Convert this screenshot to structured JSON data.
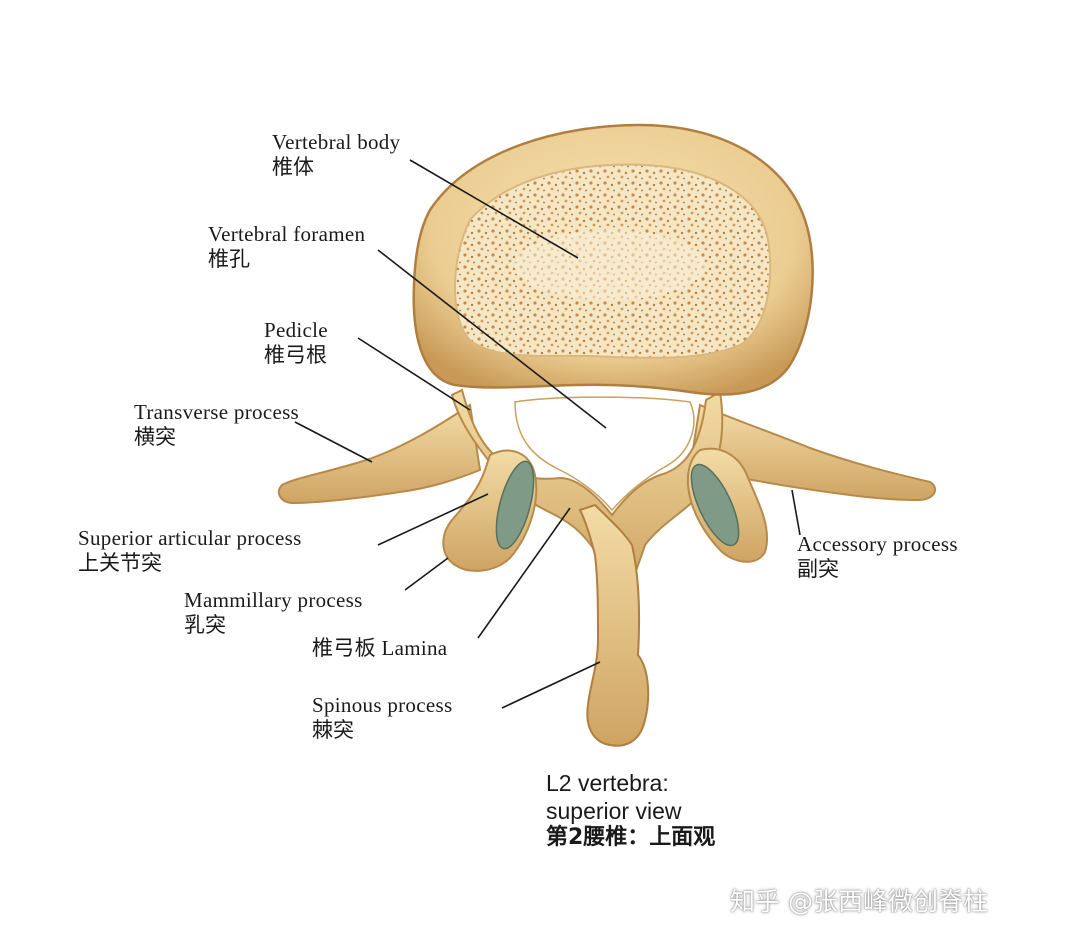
{
  "labels": {
    "vertebral_body": {
      "en": "Vertebral body",
      "zh": "椎体"
    },
    "vertebral_foramen": {
      "en": "Vertebral foramen",
      "zh": "椎孔"
    },
    "pedicle": {
      "en": "Pedicle",
      "zh": "椎弓根"
    },
    "transverse_process": {
      "en": "Transverse process",
      "zh": "横突"
    },
    "superior_articular_process": {
      "en": "Superior articular process",
      "zh": "上关节突"
    },
    "mammillary_process": {
      "en": "Mammillary process",
      "zh": "乳突"
    },
    "lamina": {
      "text": "椎弓板 Lamina"
    },
    "spinous_process": {
      "en": "Spinous process",
      "zh": "棘突"
    },
    "accessory_process": {
      "en": "Accessory process",
      "zh": "副突"
    }
  },
  "caption": {
    "line1": "L2 vertebra:",
    "line2": "superior view",
    "line3": "第2腰椎：上面观"
  },
  "watermark": "知乎 @张西峰微创脊柱",
  "colors": {
    "bone": "#ecd198",
    "bone_shadow": "#c9a05c",
    "cancellous": "#f4e6c4",
    "cancellous_dots": "#c88f4a",
    "cartilage": "#7f9a86",
    "label_text": "#1a1a1a"
  }
}
